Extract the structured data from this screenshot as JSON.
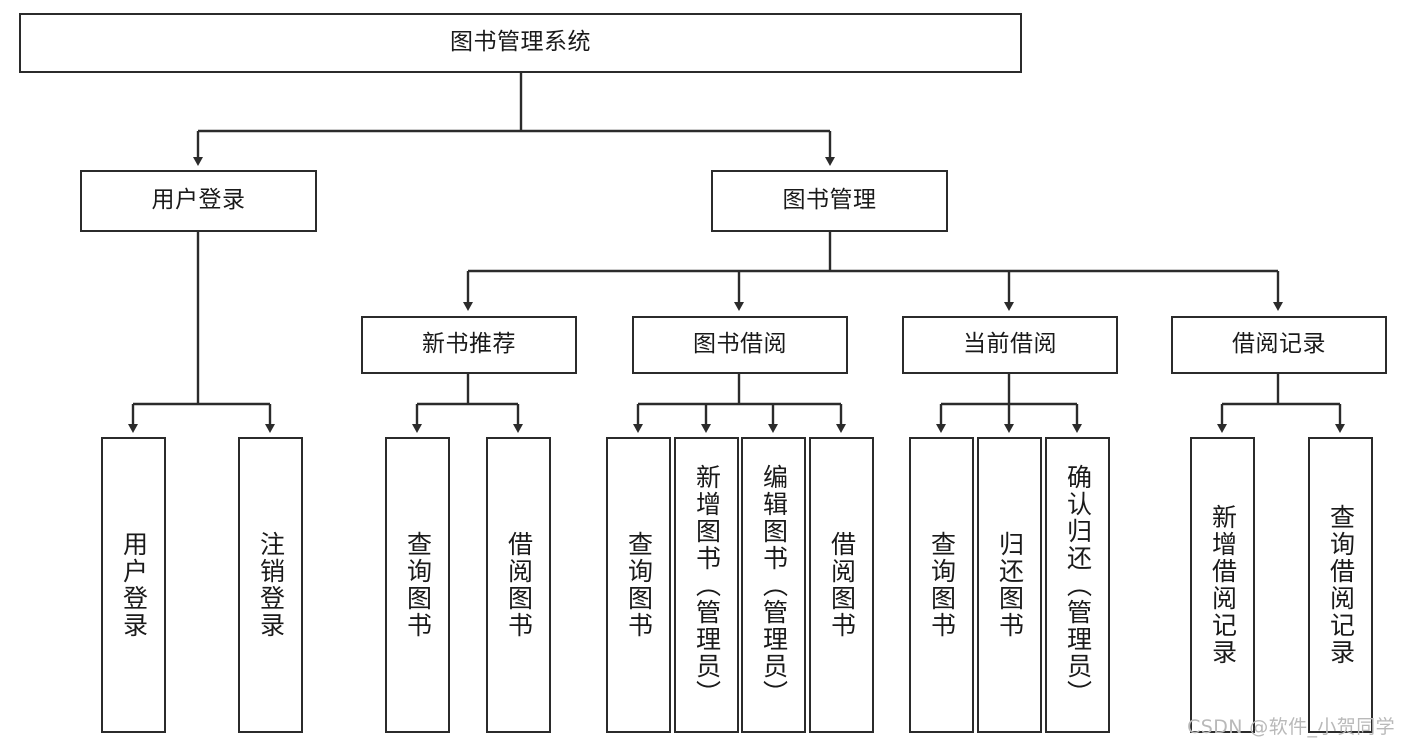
{
  "diagram": {
    "title": "图书管理系统",
    "type": "tree-hierarchy-chart",
    "root": {
      "id": "root",
      "label": "图书管理系统"
    },
    "level2": [
      {
        "id": "user-login",
        "label": "用户登录"
      },
      {
        "id": "book-manage",
        "label": "图书管理"
      }
    ],
    "level3": [
      {
        "id": "new-book-rec",
        "label": "新书推荐",
        "parent": "book-manage"
      },
      {
        "id": "book-borrow",
        "label": "图书借阅",
        "parent": "book-manage"
      },
      {
        "id": "current-borrow",
        "label": "当前借阅",
        "parent": "book-manage"
      },
      {
        "id": "borrow-record",
        "label": "借阅记录",
        "parent": "book-manage"
      }
    ],
    "leaves": [
      {
        "id": "leaf-user-login",
        "label": "用户登录",
        "parent": "user-login"
      },
      {
        "id": "leaf-user-logout",
        "label": "注销登录",
        "parent": "user-login"
      },
      {
        "id": "leaf-query-book-1",
        "label": "查询图书",
        "parent": "new-book-rec"
      },
      {
        "id": "leaf-borrow-book-1",
        "label": "借阅图书",
        "parent": "new-book-rec"
      },
      {
        "id": "leaf-query-book-2",
        "label": "查询图书",
        "parent": "book-borrow"
      },
      {
        "id": "leaf-add-book",
        "label": "新增图书（管理员）",
        "parent": "book-borrow"
      },
      {
        "id": "leaf-edit-book",
        "label": "编辑图书（管理员）",
        "parent": "book-borrow"
      },
      {
        "id": "leaf-borrow-book-2",
        "label": "借阅图书",
        "parent": "book-borrow"
      },
      {
        "id": "leaf-query-book-3",
        "label": "查询图书",
        "parent": "current-borrow"
      },
      {
        "id": "leaf-return-book",
        "label": "归还图书",
        "parent": "current-borrow"
      },
      {
        "id": "leaf-confirm-return",
        "label": "确认归还（管理员）",
        "parent": "current-borrow"
      },
      {
        "id": "leaf-add-record",
        "label": "新增借阅记录",
        "parent": "borrow-record"
      },
      {
        "id": "leaf-query-record",
        "label": "查询借阅记录",
        "parent": "borrow-record"
      }
    ]
  },
  "watermark": {
    "text": "CSDN @软件_小贺同学"
  },
  "colors": {
    "stroke": "#2b2b2b",
    "background": "#ffffff",
    "text": "#1a1a1a",
    "watermark": "#b9b9b9"
  }
}
